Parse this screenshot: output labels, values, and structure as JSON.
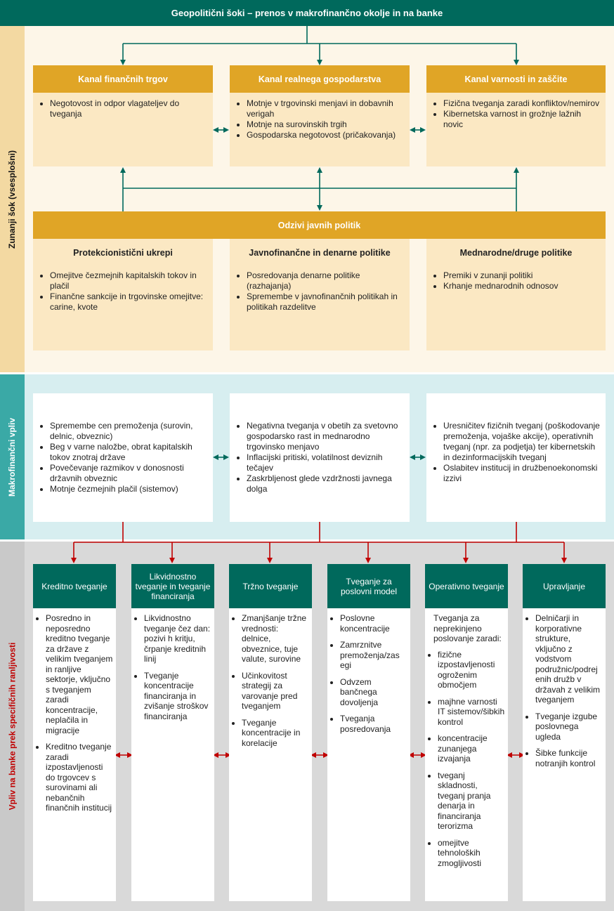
{
  "title": "Geopolitični šoki – prenos v makrofinančno okolje in na banke",
  "colors": {
    "teal": "#00695c",
    "gold": "#e0a526",
    "cream": "#fbe8c3",
    "red": "#c00000"
  },
  "sections": {
    "external": "Zunanji šok (vsesplošni)",
    "macro": "Makrofinančni vpliv",
    "bank": "Vpliv na banke prek specifičnih ranljivosti"
  },
  "channels": [
    {
      "title": "Kanal finančnih trgov",
      "items": [
        "Negotovost in odpor vlagateljev do tveganja"
      ]
    },
    {
      "title": "Kanal realnega gospodarstva",
      "items": [
        "Motnje v trgovinski menjavi in dobavnih verigah",
        "Motnje na surovinskih trgih",
        "Gospodarska negotovost (pričakovanja)"
      ]
    },
    {
      "title": "Kanal varnosti in zaščite",
      "items": [
        "Fizična tveganja zaradi konfliktov/nemirov",
        "Kibernetska varnost in grožnje lažnih novic"
      ]
    }
  ],
  "policy": {
    "title": "Odzivi javnih politik",
    "columns": [
      {
        "title": "Protekcionistični ukrepi",
        "items": [
          "Omejitve čezmejnih kapitalskih tokov in plačil",
          "Finančne sankcije in trgovinske omejitve: carine, kvote"
        ]
      },
      {
        "title": "Javnofinančne in denarne politike",
        "items": [
          "Posredovanja denarne politike (razhajanja)",
          "Spremembe v javnofinančnih politikah in politikah razdelitve"
        ]
      },
      {
        "title": "Mednarodne/druge politike",
        "items": [
          "Premiki v zunanji politiki",
          "Krhanje mednarodnih odnosov"
        ]
      }
    ]
  },
  "macro_boxes": [
    {
      "items": [
        "Spremembe cen premoženja (surovin, delnic, obveznic)",
        "Beg v varne naložbe, obrat kapitalskih tokov znotraj države",
        "Povečevanje razmikov v donosnosti državnih obveznic",
        "Motnje čezmejnih plačil (sistemov)"
      ]
    },
    {
      "items": [
        "Negativna tveganja v obetih za svetovno gospodarsko rast in mednarodno trgovinsko menjavo",
        "Inflacijski pritiski, volatilnost deviznih tečajev",
        "Zaskrbljenost glede vzdržnosti javnega dolga"
      ]
    },
    {
      "items": [
        "Uresničitev fizičnih tveganj (poškodovanje premoženja, vojaške akcije), operativnih tveganj (npr. za podjetja) ter kibernetskih in dezinformacijskih tveganj",
        "Oslabitev institucij in družbenoekonomski izzivi"
      ]
    }
  ],
  "risks": [
    {
      "title": "Kreditno tveganje",
      "intro": "",
      "items": [
        "Posredno in neposredno kreditno tveganje za države z velikim tveganjem in ranljive sektorje, vključno s tveganjem zaradi koncentracije, neplačila in migracije",
        "Kreditno tveganje zaradi izpostavljenosti do trgovcev s surovinami ali nebančnih finančnih institucij"
      ]
    },
    {
      "title": "Likvidnostno tveganje in tveganje financiranja",
      "intro": "",
      "items": [
        "Likvidnostno tveganje čez dan: pozivi h kritju, črpanje kreditnih linij",
        "Tveganje koncentracije financiranja in zvišanje stroškov financiranja"
      ]
    },
    {
      "title": "Tržno tveganje",
      "intro": "",
      "items": [
        "Zmanjšanje tržne vrednosti: delnice, obveznice, tuje valute, surovine",
        "Učinkovitost strategij za varovanje pred tveganjem",
        "Tveganje koncentracije in korelacije"
      ]
    },
    {
      "title": "Tveganje za poslovni model",
      "intro": "",
      "items": [
        "Poslovne koncentracije",
        "Zamrznitve premoženja/zas egi",
        "Odvzem bančnega dovoljenja",
        "Tveganja posredovanja"
      ]
    },
    {
      "title": "Operativno tveganje",
      "intro": "Tveganja za neprekinjeno poslovanje zaradi:",
      "items": [
        "fizične izpostavljenosti ogroženim območjem",
        "majhne varnosti IT sistemov/šibkih kontrol",
        "koncentracije zunanjega izvajanja",
        "tveganj skladnosti, tveganj pranja denarja in financiranja terorizma",
        "omejitve tehnoloških zmogljivosti"
      ]
    },
    {
      "title": "Upravljanje",
      "intro": "",
      "items": [
        "Delničarji in korporativne strukture, vključno z vodstvom podružnic/podrej enih družb v državah z velikim tveganjem",
        "Tveganje izgube poslovnega ugleda",
        "Šibke funkcije notranjih kontrol"
      ]
    }
  ]
}
